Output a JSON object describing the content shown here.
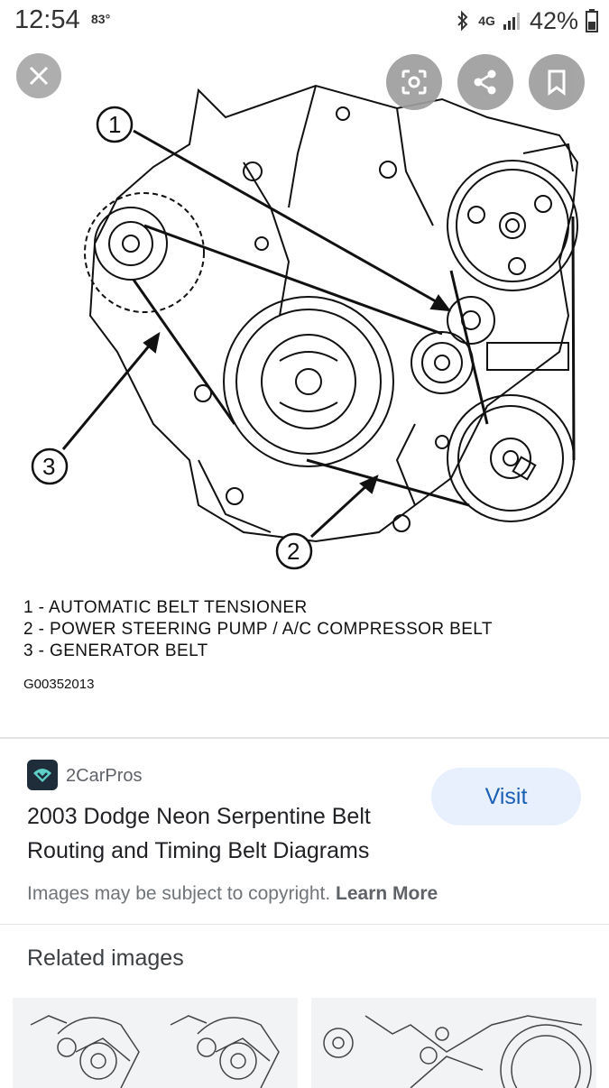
{
  "status_bar": {
    "time": "12:54",
    "temperature": "83°",
    "network": "4G",
    "battery": "42%",
    "icons": [
      "bluetooth-icon",
      "network-4g-icon",
      "signal-icon",
      "battery-icon"
    ]
  },
  "overlay": {
    "icons": [
      "close-icon",
      "lens-search-icon",
      "share-icon",
      "bookmark-icon"
    ]
  },
  "diagram": {
    "callouts": [
      "1",
      "2",
      "3"
    ]
  },
  "legend": {
    "items": [
      "1 - AUTOMATIC BELT TENSIONER",
      "2 - POWER STEERING PUMP / A/C COMPRESSOR BELT",
      "3 - GENERATOR BELT"
    ],
    "figure_code": "G00352013"
  },
  "source": {
    "name": "2CarPros",
    "visit_label": "Visit",
    "title": "2003 Dodge Neon Serpentine Belt Routing and Timing Belt Diagrams",
    "copyright_text": "Images may be subject to copyright.",
    "learn_more": "Learn More"
  },
  "related": {
    "heading": "Related images"
  },
  "colors": {
    "visit_bg": "#e8f0fe",
    "visit_text": "#1a5fb4",
    "overlay_button": "#9e9e9e"
  }
}
